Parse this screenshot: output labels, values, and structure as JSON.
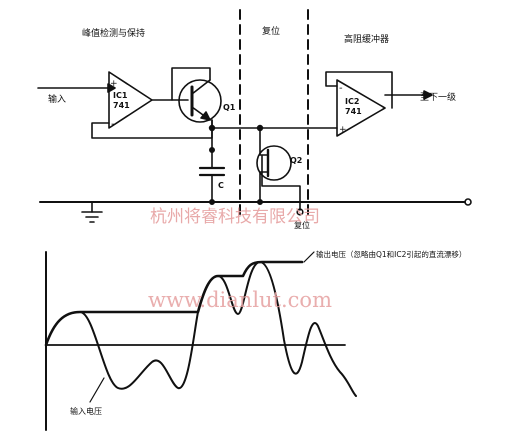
{
  "labels": {
    "section_peak": "峰值检测与保持",
    "section_reset": "复位",
    "section_buffer": "高阻缓冲器",
    "input": "输入",
    "ic1_name": "IC1",
    "ic1_model": "741",
    "q1": "Q1",
    "ic2_name": "IC2",
    "ic2_model": "741",
    "to_next": "至下一级",
    "capacitor": "C",
    "q2": "Q2",
    "reset": "复位",
    "output_voltage": "输出电压（忽略由Q1和IC2引起的直流漂移）",
    "input_voltage": "输入电压",
    "plus": "+",
    "minus": "-"
  },
  "watermarks": {
    "company": "杭州将睿科技有限公司",
    "site": "www.dianlut.com"
  },
  "colors": {
    "ink": "#111111",
    "watermark": "#e6a0a0"
  }
}
